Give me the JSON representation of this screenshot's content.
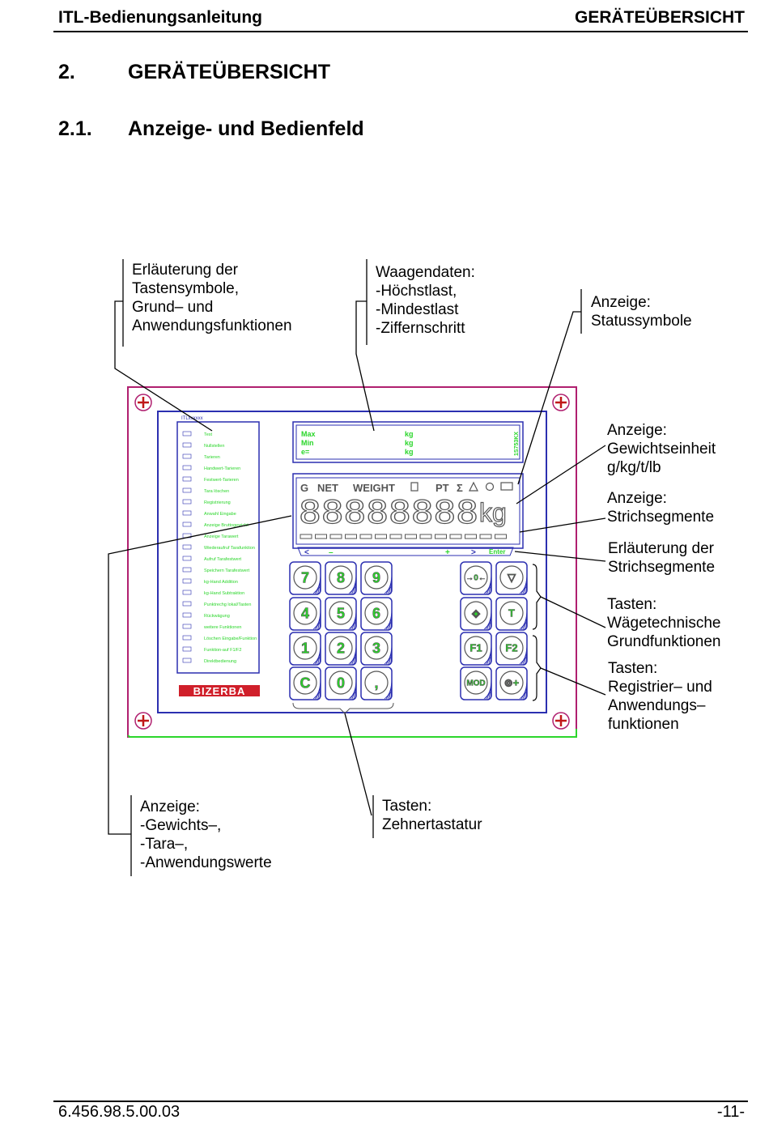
{
  "header": {
    "left": "ITL-Bedienungsanleitung",
    "right": "GERÄTEÜBERSICHT"
  },
  "section": {
    "number": "2.",
    "title": "GERÄTEÜBERSICHT"
  },
  "subsection": {
    "number": "2.1.",
    "title": "Anzeige- und Bedienfeld"
  },
  "callouts": {
    "key_symbols": [
      "Erläuterung der",
      "Tastensymbole,",
      "Grund– und",
      "Anwendungsfunktionen"
    ],
    "scale_data": [
      "Waagendaten:",
      "-Höchstlast,",
      "-Mindestlast",
      "-Ziffernschritt"
    ],
    "status_symbols": [
      "Anzeige:",
      "Statussymbole"
    ],
    "weight_unit": [
      "Anzeige:",
      "Gewichtseinheit",
      "g/kg/t/lb"
    ],
    "bar_segments": [
      "Anzeige:",
      "Strichsegmente"
    ],
    "bar_segments_explain": [
      "Erläuterung der",
      "Strichsegmente"
    ],
    "weighing_keys": [
      "Tasten:",
      "Wägetechnische",
      "Grundfunktionen"
    ],
    "register_keys": [
      "Tasten:",
      "Registrier– und",
      "Anwendungs–",
      "funktionen"
    ],
    "values_display": [
      "Anzeige:",
      "-Gewichts–,",
      "-Tara–,",
      "-Anwendungswerte"
    ],
    "numeric_keys": [
      "Tasten:",
      "Zehnertastatur"
    ]
  },
  "device": {
    "brand": "BIZERBA",
    "data_plate": {
      "rows": [
        "Max",
        "Min",
        "e="
      ],
      "unit": "kg",
      "side_code": "1S753KX"
    },
    "status_bar": [
      "G",
      "NET",
      "WEIGHT",
      "PT",
      "Σ"
    ],
    "display_digits": "88888888",
    "display_unit": "kg",
    "bar_legend": {
      "minus": "–",
      "plus": "+",
      "enter": "Enter"
    },
    "numpad": [
      "7",
      "8",
      "9",
      "4",
      "5",
      "6",
      "1",
      "2",
      "3",
      "C",
      "0",
      ","
    ],
    "function_keys": [
      "→0←",
      "▽",
      "◈",
      "T",
      "F1",
      "F2",
      "MOD",
      "⊚+"
    ],
    "overlay_title": "ITLxxxxxx",
    "overlay_lines": [
      "Test",
      "Nullstellen",
      "Tarieren",
      "Handwert-Tarieren",
      "Festwert-Tarieren",
      "Tara löschen",
      "Registrierung",
      "Anwahl Eingabe",
      "Anzeige Bruttogewicht",
      "Anzeige Tarawert",
      "Wiederaufruf Tarafunktion",
      "Aufruf Tarafestwert",
      "Speichern Tarafestwert",
      "kg-Hand Addition",
      "kg-Hand Subtraktion",
      "Punktrechg lokal/Tasten",
      "Rückwägung",
      "weitere Funktionen",
      "Löschen Eingabe/Funktion",
      "Funktion-auf F1/F2",
      "Direktbedienung"
    ]
  },
  "footer": {
    "left": "6.456.98.5.00.03",
    "right": "-11-"
  },
  "colors": {
    "frame": "#b01f6f",
    "panel": "#2b2fb0",
    "green": "#2bd62b"
  }
}
